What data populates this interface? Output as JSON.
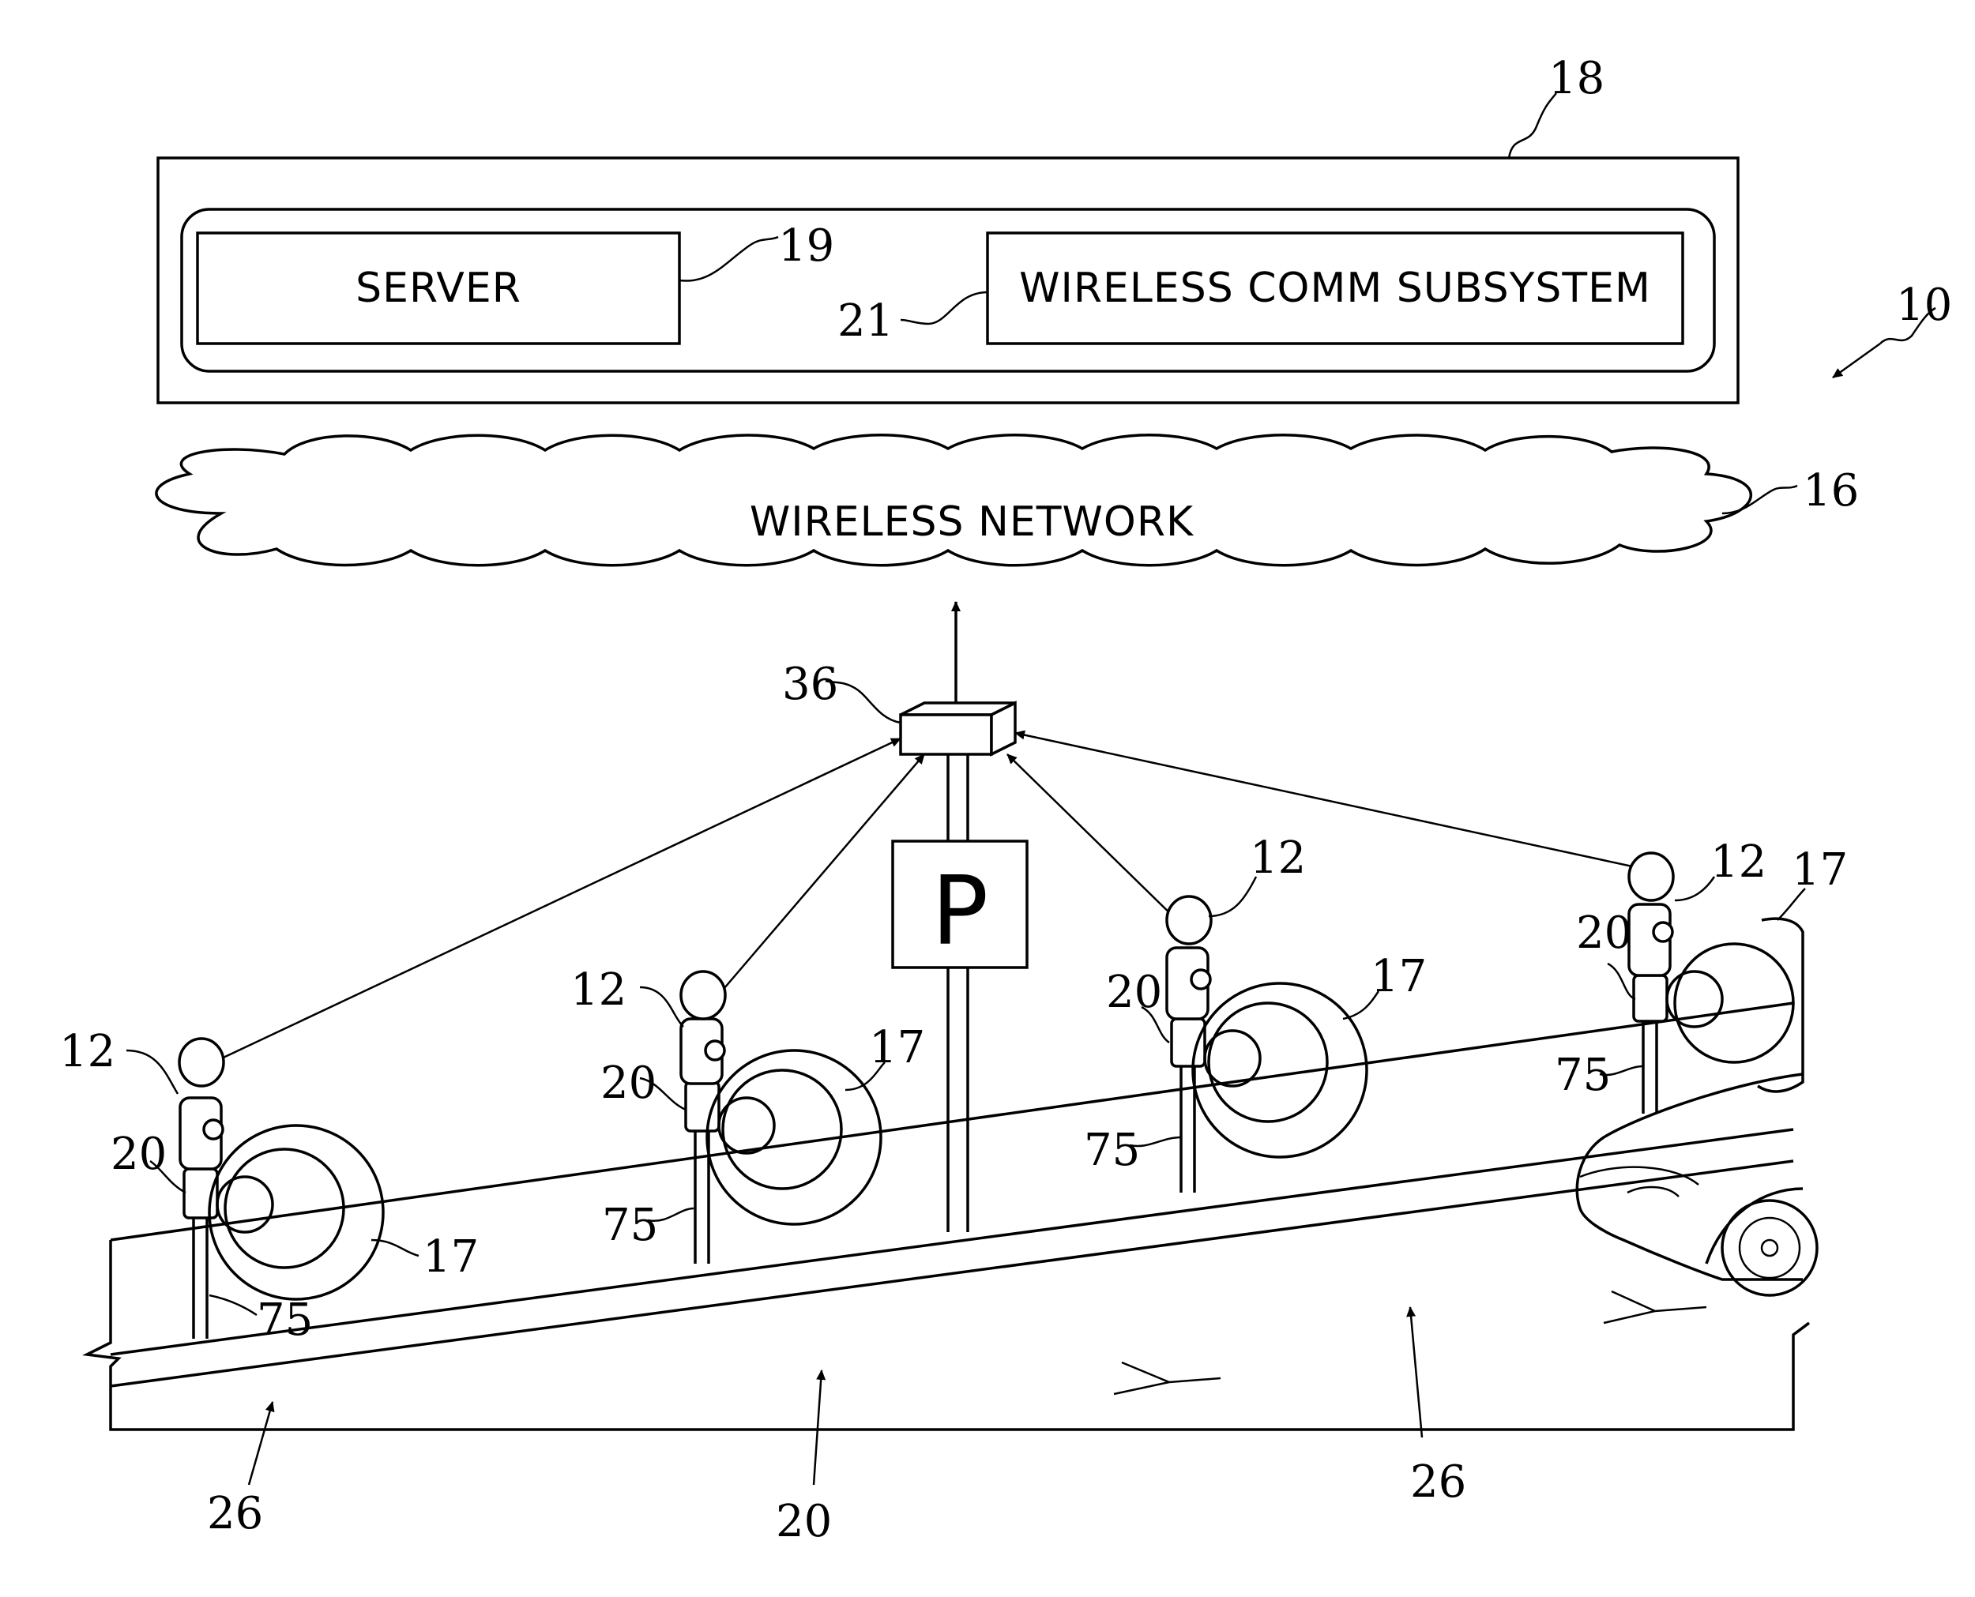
{
  "labels": {
    "server": "SERVER",
    "wireless_comm_subsystem": "WIRELESS COMM SUBSYSTEM",
    "wireless_network": "WIRELESS NETWORK",
    "parking_sign": "P"
  },
  "refs": {
    "system": "10",
    "meter": "12",
    "network": "16",
    "zone": "17",
    "facility": "18",
    "server": "19",
    "sensor": "20",
    "comm": "21",
    "space": "26",
    "gateway": "36",
    "pole": "75"
  }
}
